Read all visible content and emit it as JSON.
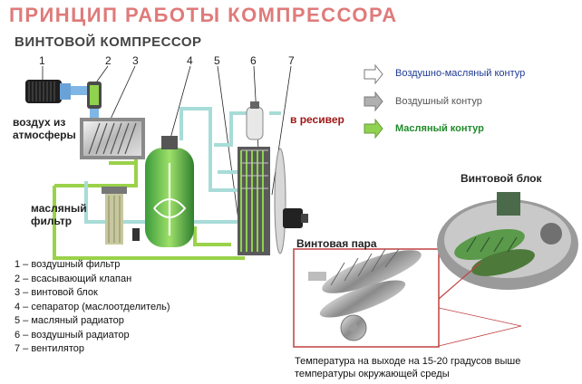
{
  "title": "ПРИНЦИП РАБОТЫ КОМПРЕССОРА",
  "subtitle": "ВИНТОВОЙ КОМПРЕССОР",
  "component_numbers": [
    "1",
    "2",
    "3",
    "4",
    "5",
    "6",
    "7"
  ],
  "labels": {
    "air_intake": "воздух из атмосферы",
    "oil_filter": "масляный фильтр",
    "to_receiver": "в ресивер",
    "screw_pair": "Винтовая пара",
    "screw_block": "Винтовой блок"
  },
  "legend": [
    {
      "label": "Воздушно-масляный контур",
      "color": "#1f3a93",
      "arrow_color": "#ffffff"
    },
    {
      "label": "Воздушный контур",
      "color": "#555555",
      "arrow_color": "#b0b0b0"
    },
    {
      "label": "Масляный контур",
      "color": "#1f8a2a",
      "arrow_color": "#8fd24f"
    }
  ],
  "component_list": [
    "1 – воздушный фильтр",
    "2 – всасывающий клапан",
    "3 – винтовой блок",
    "4 – сепаратор (маслоотделитель)",
    "5 – масляный радиатор",
    "6 – воздушный радиатор",
    "7 – вентилятор"
  ],
  "note": "Температура на выходе на 15-20 градусов выше температуры окружающей среды",
  "colors": {
    "title": "#e07a7a",
    "oil_pipe": "#9ad24a",
    "air_pipe": "#a8dcd8",
    "air_oil": "#7fb6e6",
    "receiver_label": "#a01818"
  }
}
